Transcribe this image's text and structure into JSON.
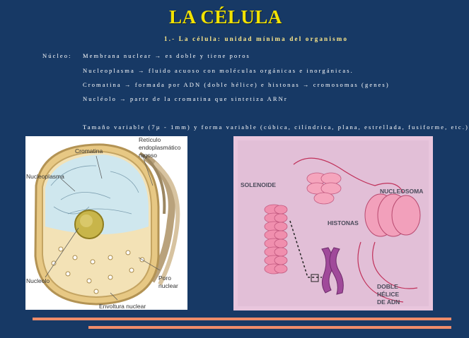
{
  "title": "LA CÉLULA",
  "subtitle": "1.- La célula: unidad mínima del organismo",
  "nucleo_label": "Núcleo:",
  "lines": {
    "membrana_term": "Membrana nuclear",
    "membrana_text": "es doble y tiene poros",
    "nucleoplasma_term": "Nucleoplasma",
    "nucleoplasma_text": "fluido acuoso con moléculas orgánicas e inorgánicas.",
    "cromatina_term": "Cromatina",
    "cromatina_text": "formada por ADN (doble hélice) e histonas",
    "cromatina_tail": "cromosomas (genes)",
    "nucleolo_term": "Nucléolo",
    "nucleolo_text": "parte de la cromatina que sintetiza ARNr",
    "arrow": "→",
    "tamano": "Tamaño variable (7µ - 1mm) y forma variable (cúbica, cilíndrica, plana, estrellada, fusiforme, etc.)"
  },
  "left_figure": {
    "cromatina": "Cromatina",
    "reticulo_1": "Retículo",
    "reticulo_2": "endoplasmático",
    "reticulo_3": "rugoso",
    "nucleoplasma": "Nucleoplasma",
    "nucleolo": "Nucleolo",
    "poro_1": "Poro",
    "poro_2": "nuclear",
    "envoltura": "Envoltura nuclear"
  },
  "right_figure": {
    "solenoide": "SOLENOIDE",
    "nucleosoma": "NUCLEOSOMA",
    "histonas": "HISTONAS",
    "doble_1": "DOBLE",
    "doble_2": "HÉLICE",
    "doble_3": "DE ADN"
  },
  "colors": {
    "background": "#173965",
    "title": "#f2e200",
    "accent_bar": "#ee8c6a",
    "right_panel": "#e9c6dd"
  }
}
